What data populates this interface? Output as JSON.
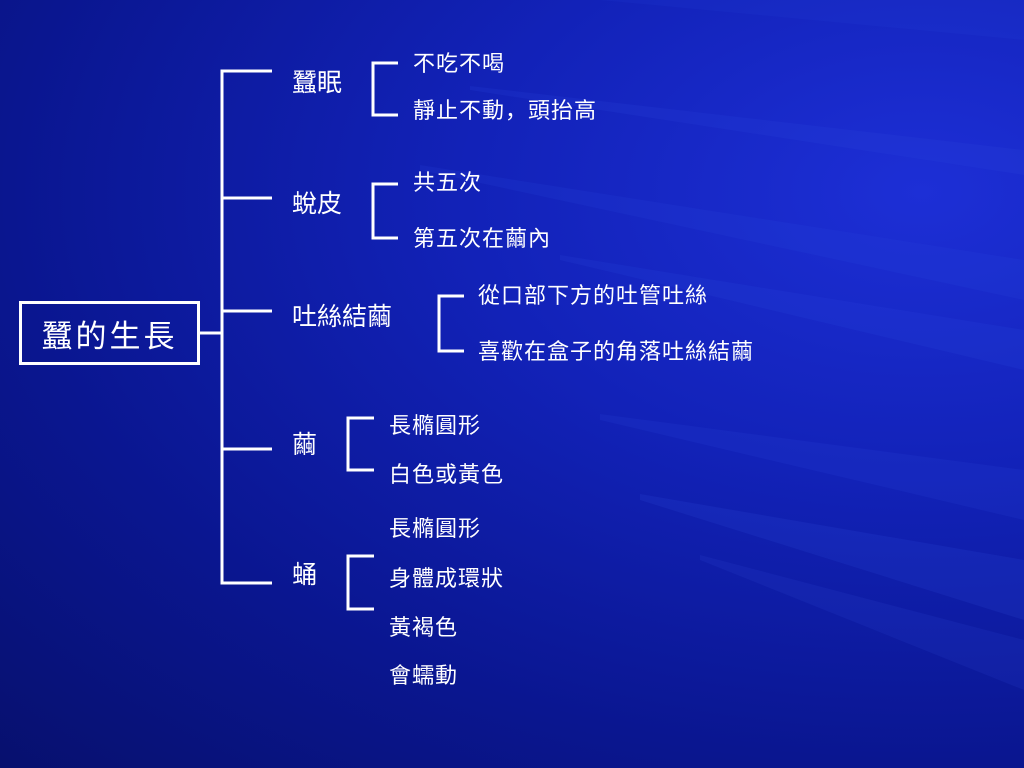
{
  "root": {
    "title": "蠶的生長"
  },
  "stages": [
    {
      "label": "蠶眠",
      "items": [
        "不吃不喝",
        "靜止不動，頭抬高"
      ]
    },
    {
      "label": "蛻皮",
      "items": [
        "共五次",
        "第五次在繭內"
      ]
    },
    {
      "label": "吐絲結繭",
      "items": [
        "從口部下方的吐管吐絲",
        "喜歡在盒子的角落吐絲結繭"
      ]
    },
    {
      "label": "繭",
      "items": [
        "長橢圓形",
        "白色或黃色"
      ]
    },
    {
      "label": "蛹",
      "items": [
        "長橢圓形",
        "身體成環狀",
        "黃褐色",
        "會蠕動"
      ]
    }
  ],
  "colors": {
    "background": "#0a1690",
    "accent": "#1d2fd6",
    "text": "#ffffff"
  }
}
